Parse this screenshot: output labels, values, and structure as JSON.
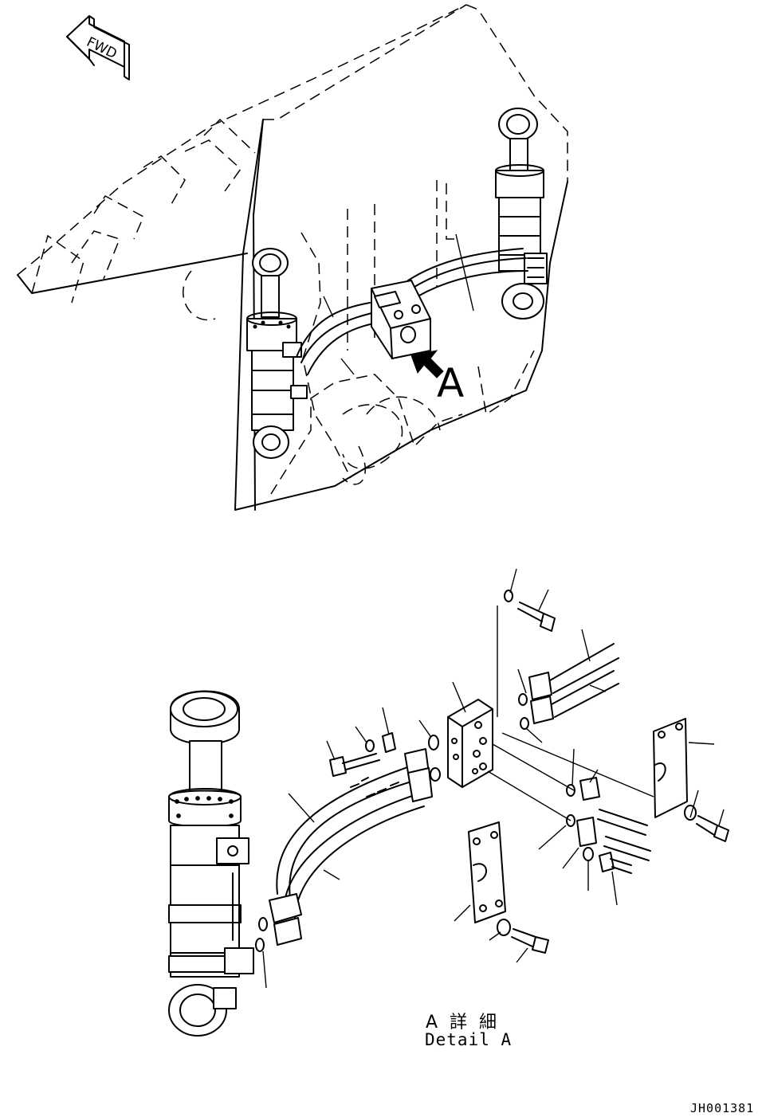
{
  "direction_marker": {
    "text": "FWD"
  },
  "view_marker": {
    "letter": "A"
  },
  "detail_view": {
    "title_jp": "A 詳 細",
    "title_en": "Detail A"
  },
  "drawing_number": "JH001381"
}
